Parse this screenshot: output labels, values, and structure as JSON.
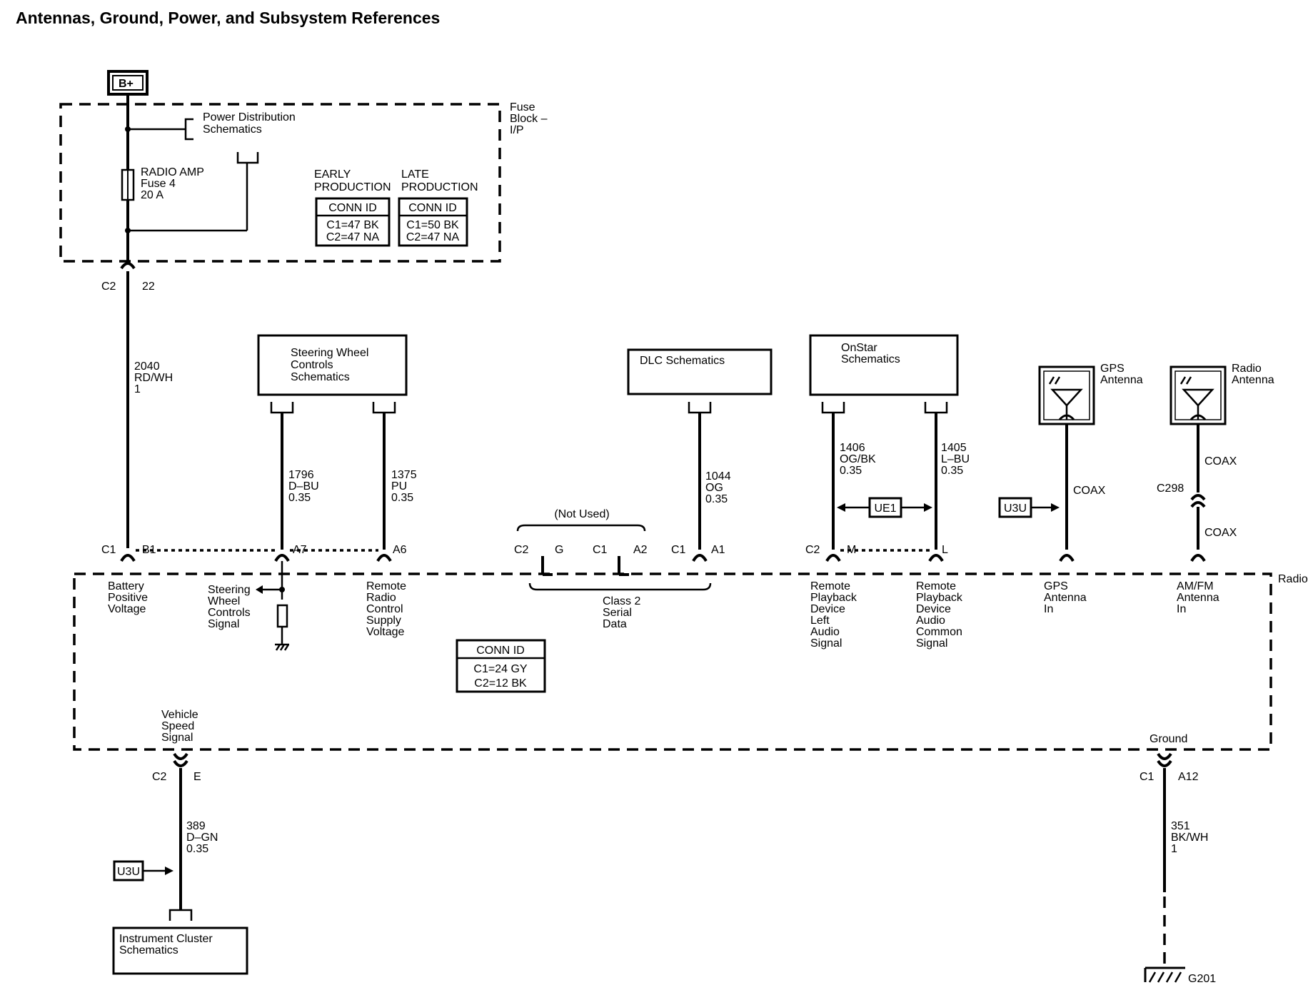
{
  "title": "Antennas, Ground, Power, and Subsystem References",
  "power": {
    "source": "B+",
    "fuse_block": [
      "Fuse",
      "Block –",
      "I/P"
    ],
    "pds_ref": [
      "Power Distribution",
      "Schematics"
    ],
    "fuse": [
      "RADIO AMP",
      "Fuse 4",
      "20 A"
    ]
  },
  "early": {
    "header": [
      "EARLY",
      "PRODUCTION"
    ],
    "conn_id": "CONN ID",
    "rows": [
      "C1=47 BK",
      "C2=47 NA"
    ]
  },
  "late": {
    "header": [
      "LATE",
      "PRODUCTION"
    ],
    "conn_id": "CONN ID",
    "rows": [
      "C1=50 BK",
      "C2=47 NA"
    ]
  },
  "radio_conn": {
    "conn_id": "CONN ID",
    "rows": [
      "C1=24 GY",
      "C2=12 BK"
    ]
  },
  "fuse_out": {
    "conn": "C2",
    "pin": "22"
  },
  "wire_2040": [
    "2040",
    "RD/WH",
    "1"
  ],
  "swc_box": [
    "Steering Wheel",
    "Controls",
    "Schematics"
  ],
  "wire_1796": [
    "1796",
    "D–BU",
    "0.35"
  ],
  "wire_1375": [
    "1375",
    "PU",
    "0.35"
  ],
  "dlc_box": "DLC Schematics",
  "wire_1044": [
    "1044",
    "OG",
    "0.35"
  ],
  "onstar_box": [
    "OnStar",
    "Schematics"
  ],
  "wire_1406": [
    "1406",
    "OG/BK",
    "0.35"
  ],
  "wire_1405": [
    "1405",
    "L–BU",
    "0.35"
  ],
  "ue1": "UE1",
  "u3u": "U3U",
  "gps_antenna": [
    "GPS",
    "Antenna"
  ],
  "radio_antenna": [
    "Radio",
    "Antenna"
  ],
  "coax": "COAX",
  "c298": "C298",
  "not_used": "(Not Used)",
  "pins": {
    "c1": "C1",
    "b1": "B1",
    "a7": "A7",
    "a6": "A6",
    "c2": "C2",
    "g": "G",
    "a2": "A2",
    "a1": "A1",
    "m": "M",
    "l": "L",
    "e": "E",
    "a12": "A12"
  },
  "radio_label": "Radio",
  "radio_pins": {
    "battery": [
      "Battery",
      "Positive",
      "Voltage"
    ],
    "swc_signal": [
      "Steering",
      "Wheel",
      "Controls",
      "Signal"
    ],
    "remote_supply": [
      "Remote",
      "Radio",
      "Control",
      "Supply",
      "Voltage"
    ],
    "class2": [
      "Class 2",
      "Serial",
      "Data"
    ],
    "rpd_left": [
      "Remote",
      "Playback",
      "Device",
      "Left",
      "Audio",
      "Signal"
    ],
    "rpd_common": [
      "Remote",
      "Playback",
      "Device",
      "Audio",
      "Common",
      "Signal"
    ],
    "gps_in": [
      "GPS",
      "Antenna",
      "In"
    ],
    "amfm_in": [
      "AM/FM",
      "Antenna",
      "In"
    ],
    "vss": [
      "Vehicle",
      "Speed",
      "Signal"
    ],
    "ground": "Ground"
  },
  "wire_389": [
    "389",
    "D–GN",
    "0.35"
  ],
  "ic_box": [
    "Instrument Cluster",
    "Schematics"
  ],
  "wire_351": [
    "351",
    "BK/WH",
    "1"
  ],
  "g201": "G201"
}
